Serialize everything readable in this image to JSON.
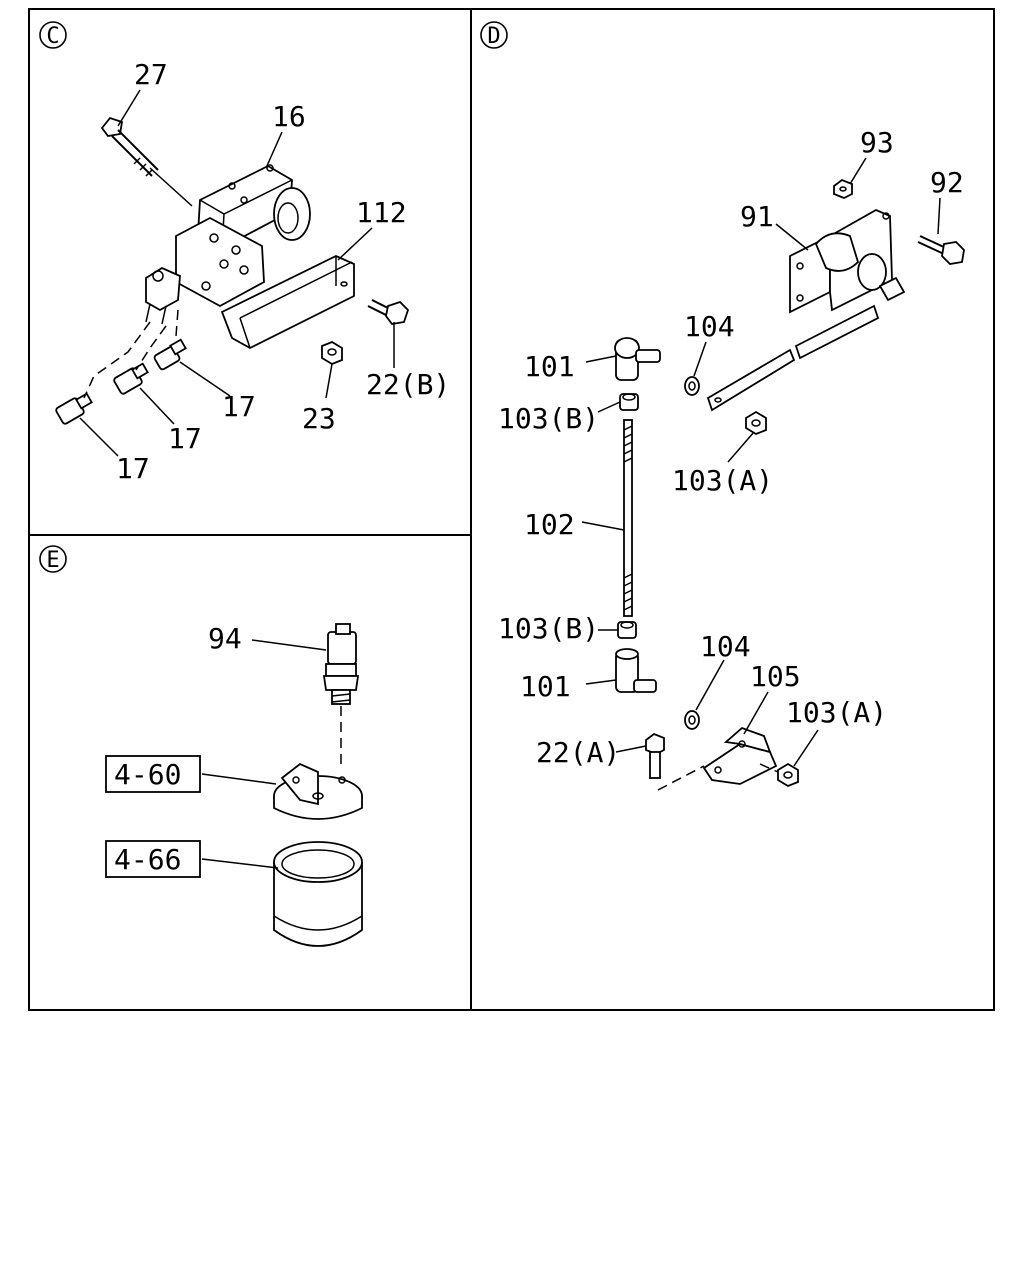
{
  "sections": {
    "c": {
      "id": "C"
    },
    "d": {
      "id": "D"
    },
    "e": {
      "id": "E"
    }
  },
  "callouts": {
    "c_27": "27",
    "c_16": "16",
    "c_112": "112",
    "c_22b": "22(B)",
    "c_23": "23",
    "c_17a": "17",
    "c_17b": "17",
    "c_17c": "17",
    "d_93": "93",
    "d_92": "92",
    "d_91": "91",
    "d_104a": "104",
    "d_101a": "101",
    "d_103b_top": "103(B)",
    "d_103a_top": "103(A)",
    "d_102": "102",
    "d_103b_bot": "103(B)",
    "d_104b": "104",
    "d_105": "105",
    "d_101b": "101",
    "d_103a_bot": "103(A)",
    "d_22a": "22(A)",
    "e_94": "94"
  },
  "references": {
    "ref_460": "4-60",
    "ref_466": "4-66"
  }
}
